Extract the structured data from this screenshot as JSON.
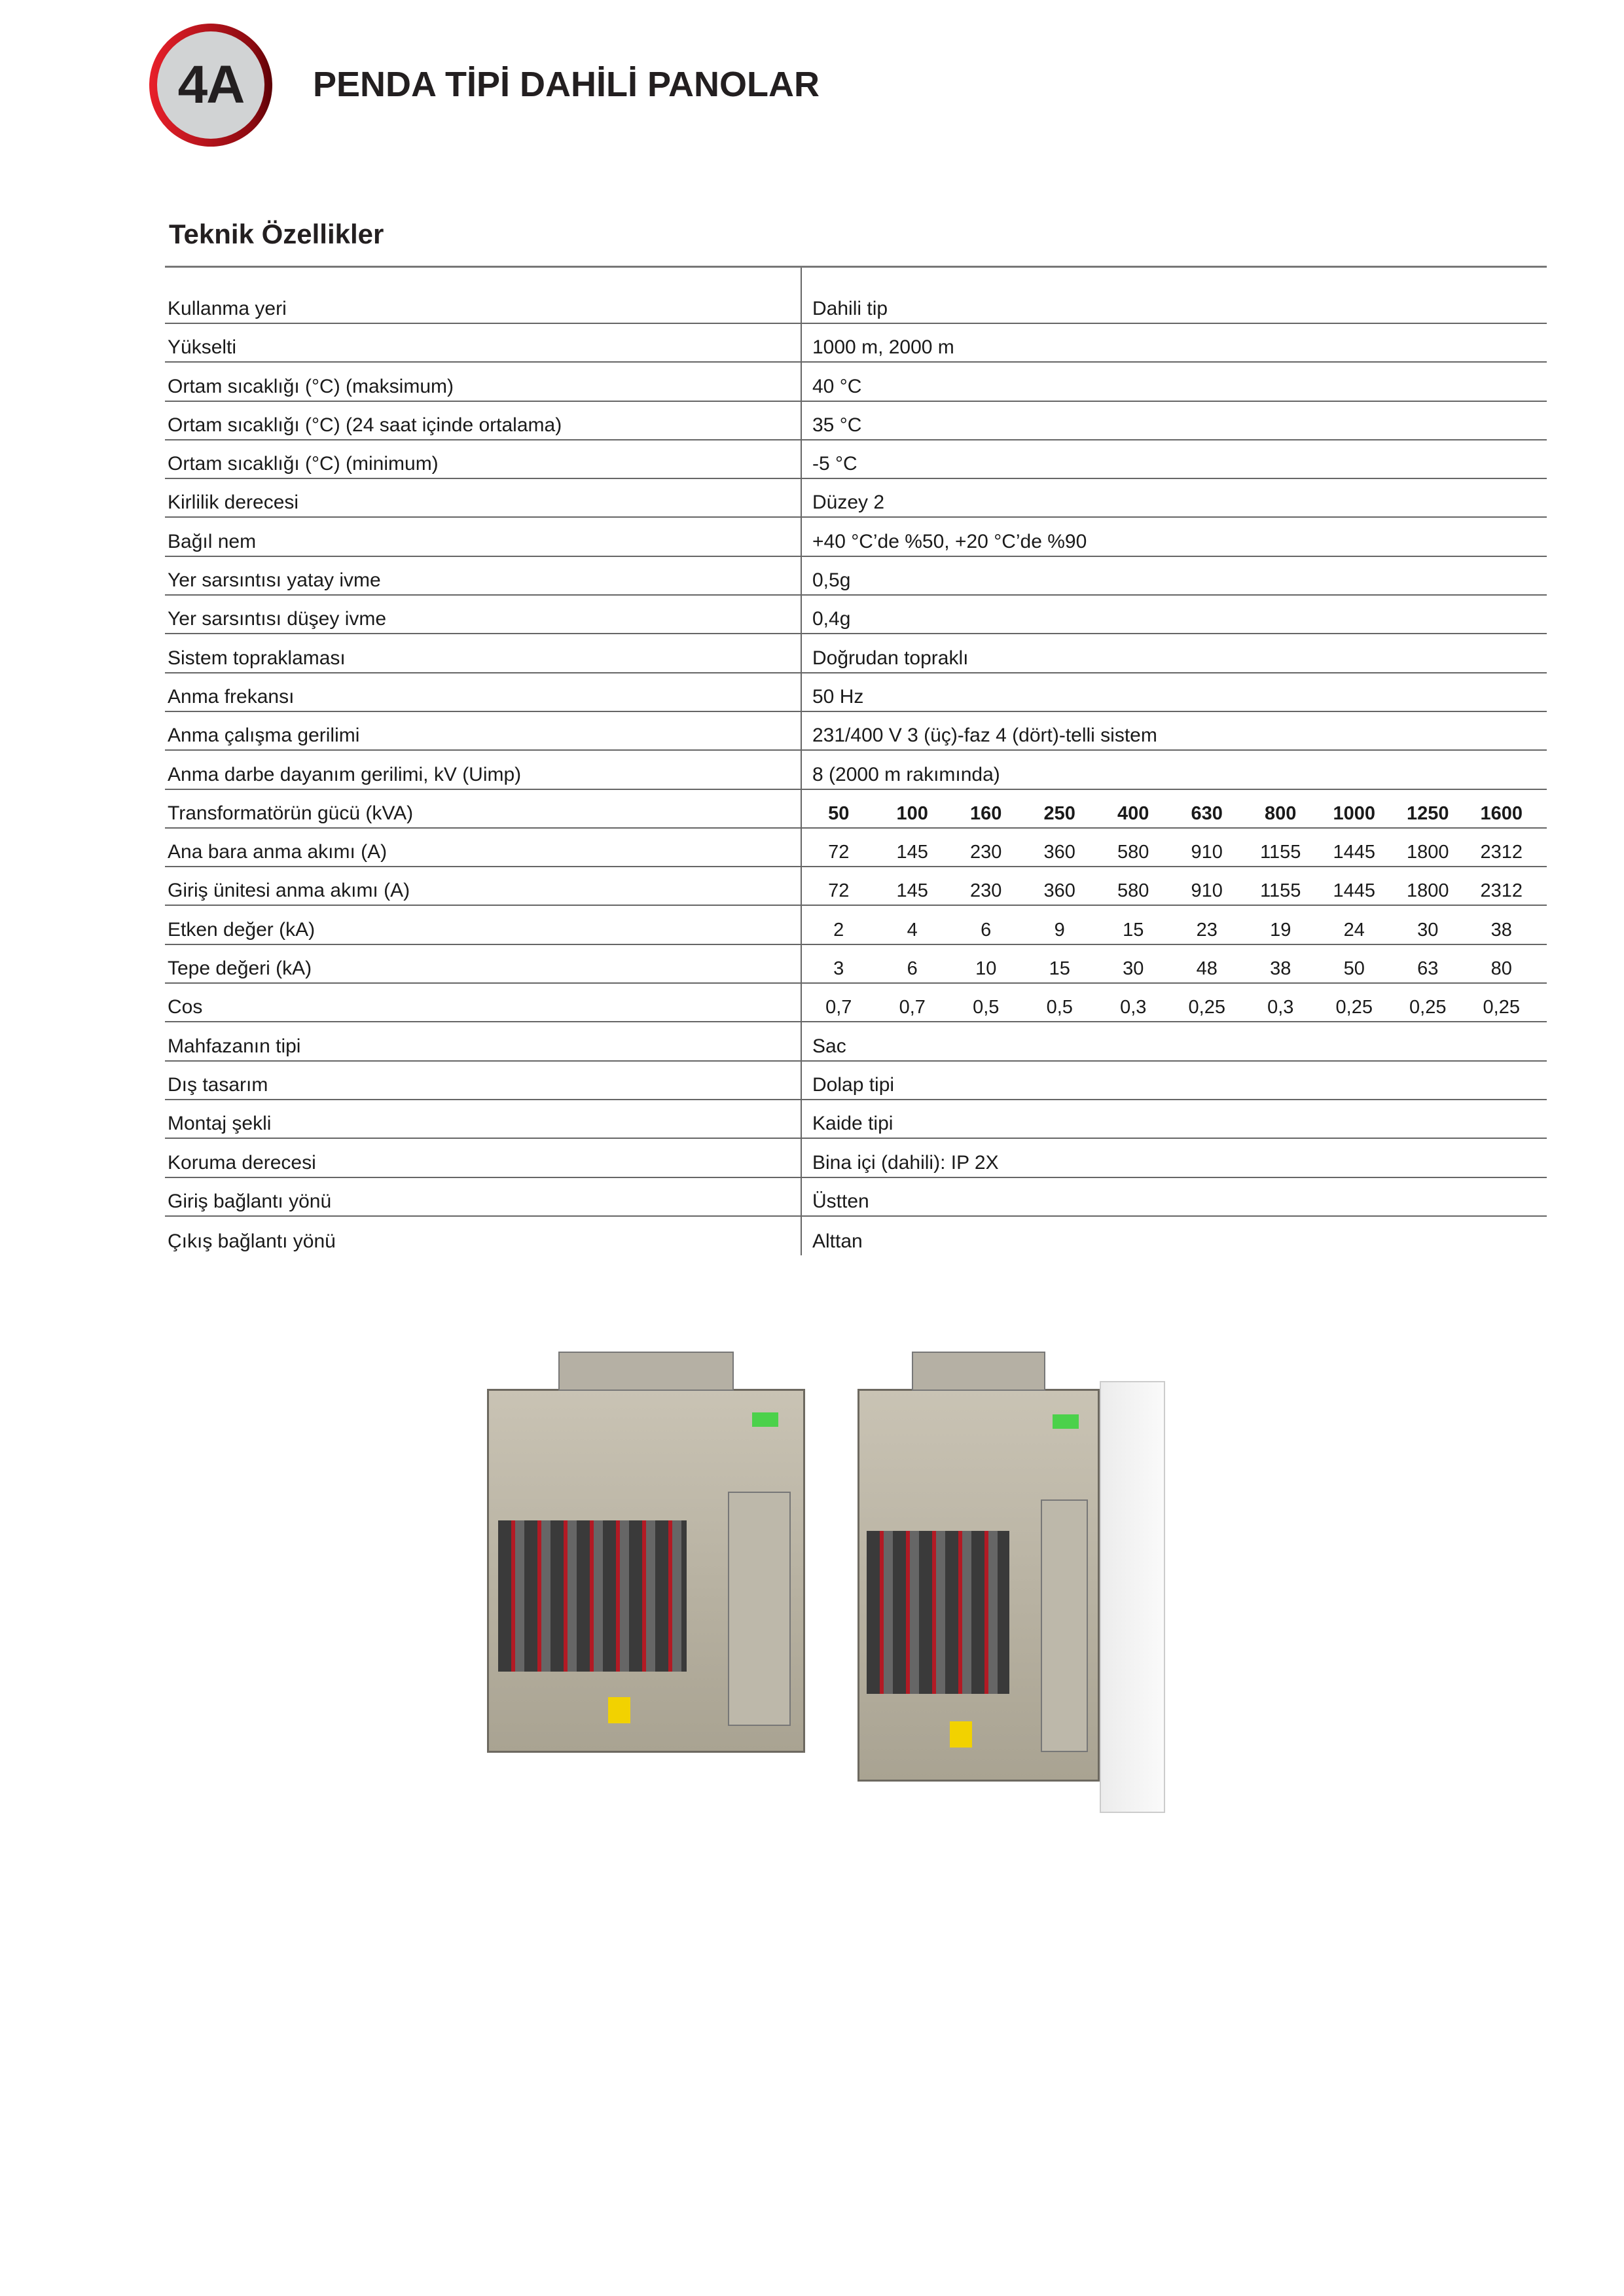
{
  "header": {
    "badge": "4A",
    "title": "PENDA TİPİ DAHİLİ PANOLAR"
  },
  "section_title": "Teknik Özellikler",
  "rows": [
    {
      "label": "Kullanma yeri",
      "value": "Dahili tip"
    },
    {
      "label": "Yükselti",
      "value": "1000 m, 2000 m"
    },
    {
      "label": "Ortam sıcaklığı (°C) (maksimum)",
      "value": "40 °C"
    },
    {
      "label": "Ortam sıcaklığı (°C) (24 saat içinde ortalama)",
      "value": "35 °C"
    },
    {
      "label": "Ortam sıcaklığı (°C) (minimum)",
      "value": "-5 °C"
    },
    {
      "label": "Kirlilik derecesi",
      "value": "Düzey 2"
    },
    {
      "label": "Bağıl nem",
      "value": "+40 °C’de %50, +20 °C’de %90"
    },
    {
      "label": "Yer sarsıntısı yatay ivme",
      "value": "0,5g"
    },
    {
      "label": "Yer sarsıntısı düşey ivme",
      "value": "0,4g"
    },
    {
      "label": "Sistem topraklaması",
      "value": "Doğrudan topraklı"
    },
    {
      "label": "Anma frekansı",
      "value": "50 Hz"
    },
    {
      "label": "Anma çalışma gerilimi",
      "value": "231/400 V 3 (üç)-faz 4 (dört)-telli sistem"
    },
    {
      "label": "Anma darbe dayanım gerilimi, kV (Uimp)",
      "value": "8 (2000 m rakımında)"
    }
  ],
  "matrix": [
    {
      "label": "Transformatörün gücü (kVA)",
      "values": [
        "50",
        "100",
        "160",
        "250",
        "400",
        "630",
        "800",
        "1000",
        "1250",
        "1600"
      ]
    },
    {
      "label": "Ana bara anma akımı (A)",
      "values": [
        "72",
        "145",
        "230",
        "360",
        "580",
        "910",
        "1155",
        "1445",
        "1800",
        "2312"
      ]
    },
    {
      "label": "Giriş ünitesi anma akımı (A)",
      "values": [
        "72",
        "145",
        "230",
        "360",
        "580",
        "910",
        "1155",
        "1445",
        "1800",
        "2312"
      ]
    },
    {
      "label": "Etken değer (kA)",
      "values": [
        "2",
        "4",
        "6",
        "9",
        "15",
        "23",
        "19",
        "24",
        "30",
        "38"
      ]
    },
    {
      "label": "Tepe değeri (kA)",
      "values": [
        "3",
        "6",
        "10",
        "15",
        "30",
        "48",
        "38",
        "50",
        "63",
        "80"
      ]
    },
    {
      "label": "Cos",
      "values": [
        "0,7",
        "0,7",
        "0,5",
        "0,5",
        "0,3",
        "0,25",
        "0,3",
        "0,25",
        "0,25",
        "0,25"
      ]
    }
  ],
  "rows2": [
    {
      "label": "Mahfazanın tipi",
      "value": "Sac"
    },
    {
      "label": "Dış tasarım",
      "value": "Dolap tipi"
    },
    {
      "label": "Montaj şekli",
      "value": "Kaide tipi"
    },
    {
      "label": "Koruma derecesi",
      "value": "Bina içi (dahili): IP 2X"
    },
    {
      "label": "Giriş bağlantı yönü",
      "value": "Üstten"
    },
    {
      "label": "Çıkış bağlantı yönü",
      "value": "Alttan"
    }
  ]
}
